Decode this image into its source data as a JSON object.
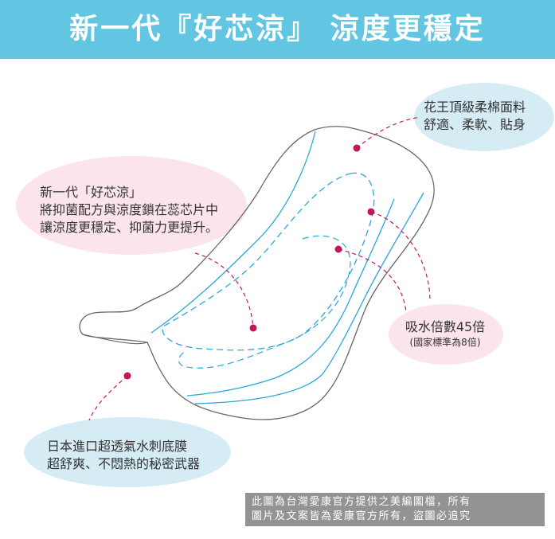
{
  "banner": {
    "title": "新一代『好芯涼』 涼度更穩定",
    "color": "#62c6e2"
  },
  "callouts": {
    "top_right": {
      "line1": "花王頂級柔棉面料",
      "line2": "舒適、柔軟、貼身"
    },
    "left": {
      "line1": "新一代「好芯涼」",
      "line2": "將抑菌配方與涼度鎖在蕊芯片中",
      "line3": "讓涼度更穩定、抑菌力更提升。"
    },
    "right": {
      "line1": "吸水倍數45倍",
      "line2": "(國家標準為8倍)"
    },
    "bottom": {
      "line1": "日本進口超透氣水刺底膜",
      "line2": "超舒爽、不悶熱的秘密武器"
    }
  },
  "notice": {
    "line1": "此圖為台灣愛康官方提供之美編圖檔，所有",
    "line2": "圖片及文案皆為愛康官方所有，盜圖必追究"
  },
  "colors": {
    "bubble_blue": "#d6ecf5",
    "bubble_pink": "#fbe4ea",
    "accent_dot": "#c2185b",
    "pad_outline": "#666666",
    "pad_lines": "#29a9d6"
  }
}
